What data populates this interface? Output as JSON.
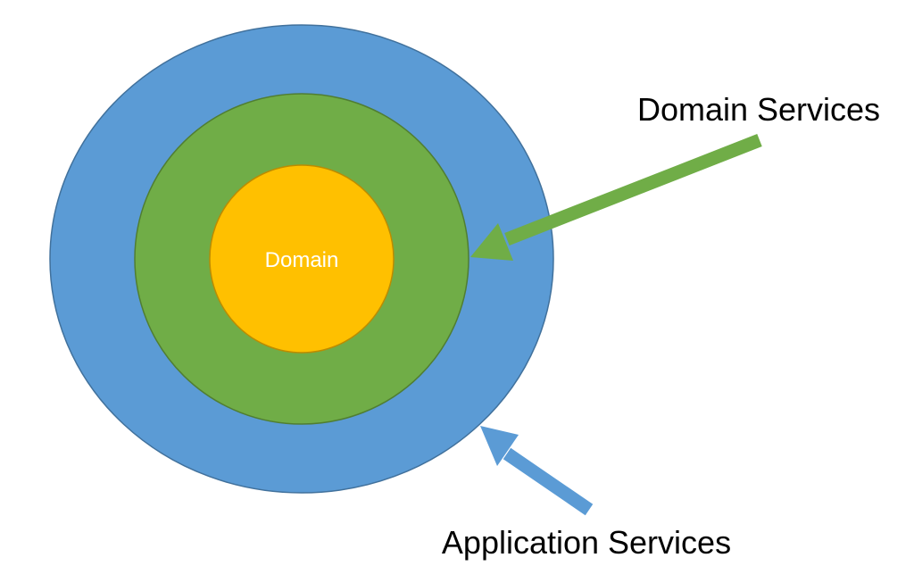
{
  "labels": {
    "core": "Domain",
    "middle": "Domain Services",
    "outer": "Application Services"
  },
  "colors": {
    "outer_fill": "#5B9BD5",
    "outer_stroke": "#41719C",
    "middle_fill": "#70AD47",
    "middle_stroke": "#507E32",
    "core_fill": "#FFC000",
    "core_stroke": "#BC8C00",
    "middle_arrow": "#70AD47",
    "outer_arrow": "#5B9BD5"
  }
}
